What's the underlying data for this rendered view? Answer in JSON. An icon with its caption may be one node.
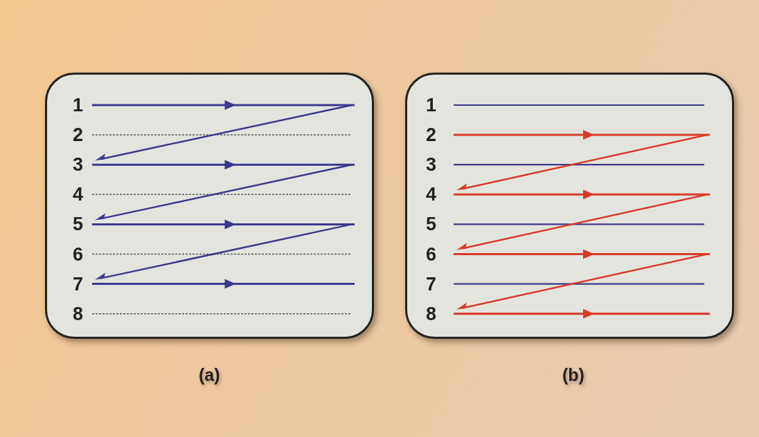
{
  "diagram": {
    "nodes": [
      {
        "text": [
          "(a)"
        ]
      },
      {
        "text": [
          "(b)"
        ]
      }
    ],
    "labels": [
      "1",
      "2",
      "3",
      "4",
      "5",
      "6",
      "7",
      "8",
      "1",
      "2",
      "3",
      "4",
      "5",
      "6",
      "7",
      "8"
    ]
  }
}
